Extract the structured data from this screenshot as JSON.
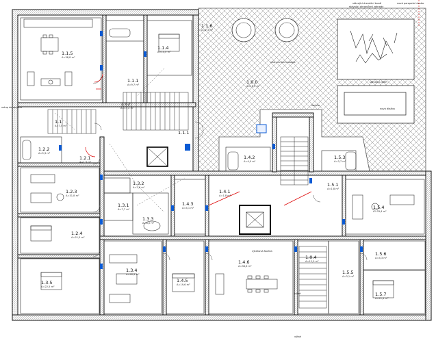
{
  "rooms": [
    {
      "id": "1.1.5",
      "area": "A=38,8 m²"
    },
    {
      "id": "1.1.4",
      "area": "A=14,0 m²"
    },
    {
      "id": "1.1.6",
      "area": "A=2,3 m²"
    },
    {
      "id": "1.1.1",
      "area": "A=9,7 m²"
    },
    {
      "id": "1.02",
      "area": "A=17,2 m²"
    },
    {
      "id": "1.1",
      "area": "A=7,5 m²"
    },
    {
      "id": "1.0.0",
      "area": "A=16,0 m²"
    },
    {
      "id": "1.2.2",
      "area": "A=5,3 m²"
    },
    {
      "id": "1.2.1",
      "area": "A=1,9 m²"
    },
    {
      "id": "1.2.3",
      "area": "A=31,8 m²"
    },
    {
      "id": "1.2.4",
      "area": "A=21,5 m²"
    },
    {
      "id": "1.3.2",
      "area": "A=2,6 m²"
    },
    {
      "id": "1.3.1",
      "area": "A=7,7 m²"
    },
    {
      "id": "1.3.3",
      "area": "A=6,0 m²"
    },
    {
      "id": "1.3.4",
      "area": "A=40,4 m²"
    },
    {
      "id": "1.3.5",
      "area": "A=22,5 m²"
    },
    {
      "id": "1.4.3",
      "area": "A=4,1 m²"
    },
    {
      "id": "1.4.1",
      "area": "A=1,8 m²"
    },
    {
      "id": "1.4.2",
      "area": "A=4,0 m²"
    },
    {
      "id": "1.4.5",
      "area": "A=19,6 m²"
    },
    {
      "id": "1.4.6",
      "area": "A=36,6 m²"
    },
    {
      "id": "1.0.4",
      "area": "A=12,0 m²"
    },
    {
      "id": "1.5.1",
      "area": "A=1,8 m²"
    },
    {
      "id": "1.5.3",
      "area": "A=3,7 m²"
    },
    {
      "id": "1.5.4",
      "area": "A=33,4 m²"
    },
    {
      "id": "1.5.5",
      "area": "A=3,1 m²"
    },
    {
      "id": "1.5.6",
      "area": "A=4,3 m²"
    },
    {
      "id": "1.5.7",
      "area": "A=21,4 m²"
    }
  ],
  "annotations": {
    "top_right_1": "stávající drenážní kanál",
    "top_right_2": "nová parapetní deska",
    "top_right_3": "stávající ohraničení zahrady",
    "garden_1": "stávající zeleň",
    "garden_2": "nová dlažba",
    "outside_left": "vstup do objektu",
    "bottom_right": "výtah",
    "lift_note": "výtahová šachta",
    "storage": "sklad",
    "niche": "nika pro technologie",
    "ref": "1.1.1",
    "pit": "šachta"
  }
}
